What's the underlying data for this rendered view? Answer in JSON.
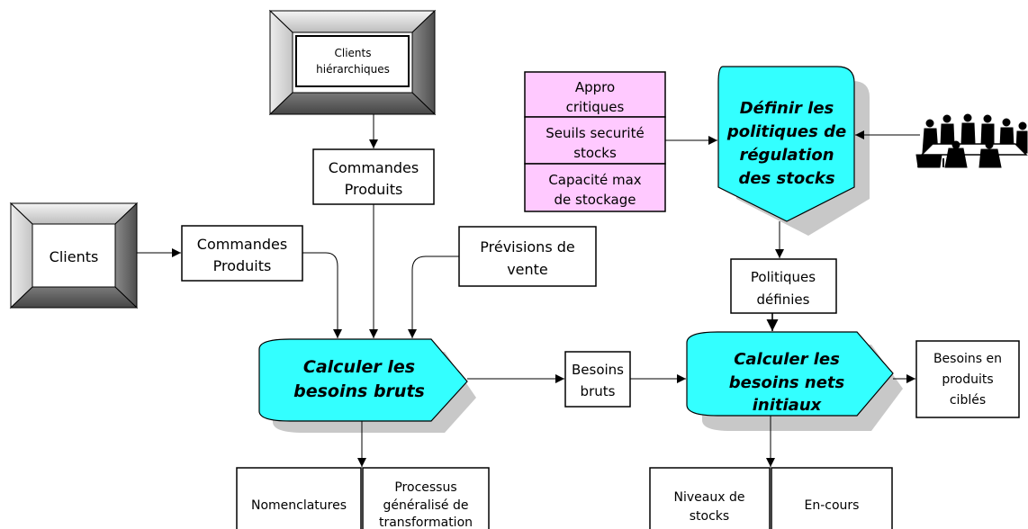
{
  "colors": {
    "process_fill": "#33ffff",
    "constraint_fill": "#ffc9ff",
    "shadow": "#c8c8c8"
  },
  "external_entities": {
    "clients_hierarchiques": [
      "Clients",
      "hiérarchiques"
    ],
    "clients": "Clients"
  },
  "data_stores": {
    "commandes_top": [
      "Commandes",
      "Produits"
    ],
    "commandes_left": [
      "Commandes",
      "Produits"
    ],
    "previsions": [
      "Prévisions de",
      "vente"
    ],
    "besoins_bruts": [
      "Besoins",
      "bruts"
    ],
    "politiques_definies": [
      "Politiques",
      "définies"
    ],
    "besoins_cibles": [
      "Besoins en",
      "produits",
      "ciblés"
    ],
    "nomenclatures": "Nomenclatures",
    "processus": [
      "Processus",
      "généralisé de",
      "transformation"
    ],
    "niveaux_stocks": [
      "Niveaux de",
      "stocks"
    ],
    "en_cours": "En-cours"
  },
  "constraints": [
    [
      "Appro",
      "critiques"
    ],
    [
      "Seuils securité",
      "stocks"
    ],
    [
      "Capacité max",
      "de stockage"
    ]
  ],
  "processes": {
    "calculer_bruts": [
      "Calculer les",
      "besoins bruts"
    ],
    "definir_politiques": [
      "Définir les",
      "politiques de",
      "régulation",
      "des stocks"
    ],
    "calculer_nets": [
      "Calculer les",
      "besoins nets",
      "initiaux"
    ]
  },
  "icons": {
    "meeting": "people-meeting-icon"
  }
}
